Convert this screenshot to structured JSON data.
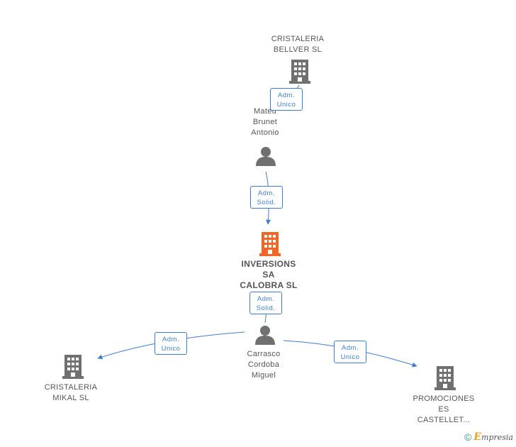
{
  "nodes": {
    "bellver": {
      "label": [
        "CRISTALERIA",
        "BELLVER SL"
      ],
      "type": "company",
      "color": "#707070"
    },
    "mateu": {
      "label": [
        "Mateu",
        "Brunet",
        "Antonio"
      ],
      "type": "person",
      "color": "#707070"
    },
    "inversions": {
      "label": [
        "INVERSIONS",
        "SA",
        "CALOBRA SL"
      ],
      "type": "company",
      "color": "#f26522"
    },
    "carrasco": {
      "label": [
        "Carrasco",
        "Cordoba",
        "Miguel"
      ],
      "type": "person",
      "color": "#707070"
    },
    "mikal": {
      "label": [
        "CRISTALERIA",
        "MIKAL SL"
      ],
      "type": "company",
      "color": "#707070"
    },
    "promociones": {
      "label": [
        "PROMOCIONES",
        "ES",
        "CASTELLET..."
      ],
      "type": "company",
      "color": "#707070"
    }
  },
  "edges": {
    "mateu_bellver": {
      "line1": "Adm.",
      "line2": "Unico"
    },
    "mateu_inversions": {
      "line1": "Adm.",
      "line2": "Solid."
    },
    "carrasco_inversions": {
      "line1": "Adm.",
      "line2": "Solid."
    },
    "carrasco_mikal": {
      "line1": "Adm.",
      "line2": "Unico"
    },
    "carrasco_promociones": {
      "line1": "Adm.",
      "line2": "Unico"
    }
  },
  "colors": {
    "edge": "#3a7ed4",
    "accent": "#f26522",
    "icon": "#707070"
  },
  "watermark": {
    "symbol": "©",
    "brand_initial": "E",
    "brand_rest": "mpresia"
  }
}
